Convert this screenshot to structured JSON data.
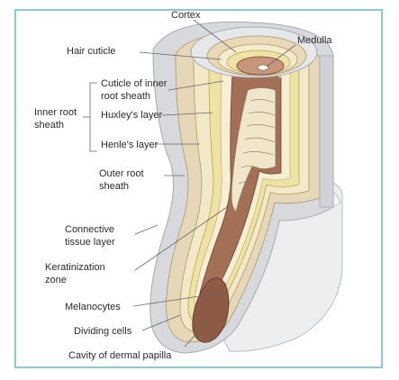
{
  "diagram": {
    "labels": {
      "cortex": "Cortex",
      "medulla": "Medulla",
      "hair_cuticle": "Hair cuticle",
      "cuticle_inner_1": "Cuticle of inner",
      "cuticle_inner_2": "root sheath",
      "inner_root_1": "Inner root",
      "inner_root_2": "sheath",
      "huxley": "Huxley's layer",
      "henle": "Henle's layer",
      "outer_root_1": "Outer root",
      "outer_root_2": "sheath",
      "connective_1": "Connective",
      "connective_2": "tissue layer",
      "kerat_1": "Keratinization",
      "kerat_2": "zone",
      "melanocytes": "Melanocytes",
      "dividing": "Dividing cells",
      "cavity": "Cavity of dermal papilla"
    },
    "colors": {
      "frame": "#8ec7d8",
      "connective_tissue": "#d7d9dc",
      "outer_sheath": "#e5d7b8",
      "inner_sheath_yellow": "#efe3a3",
      "cortex_brown": "#a46f57",
      "medulla_cells": "#efe6cc",
      "dermal_papilla": "#e2d0c6"
    }
  }
}
